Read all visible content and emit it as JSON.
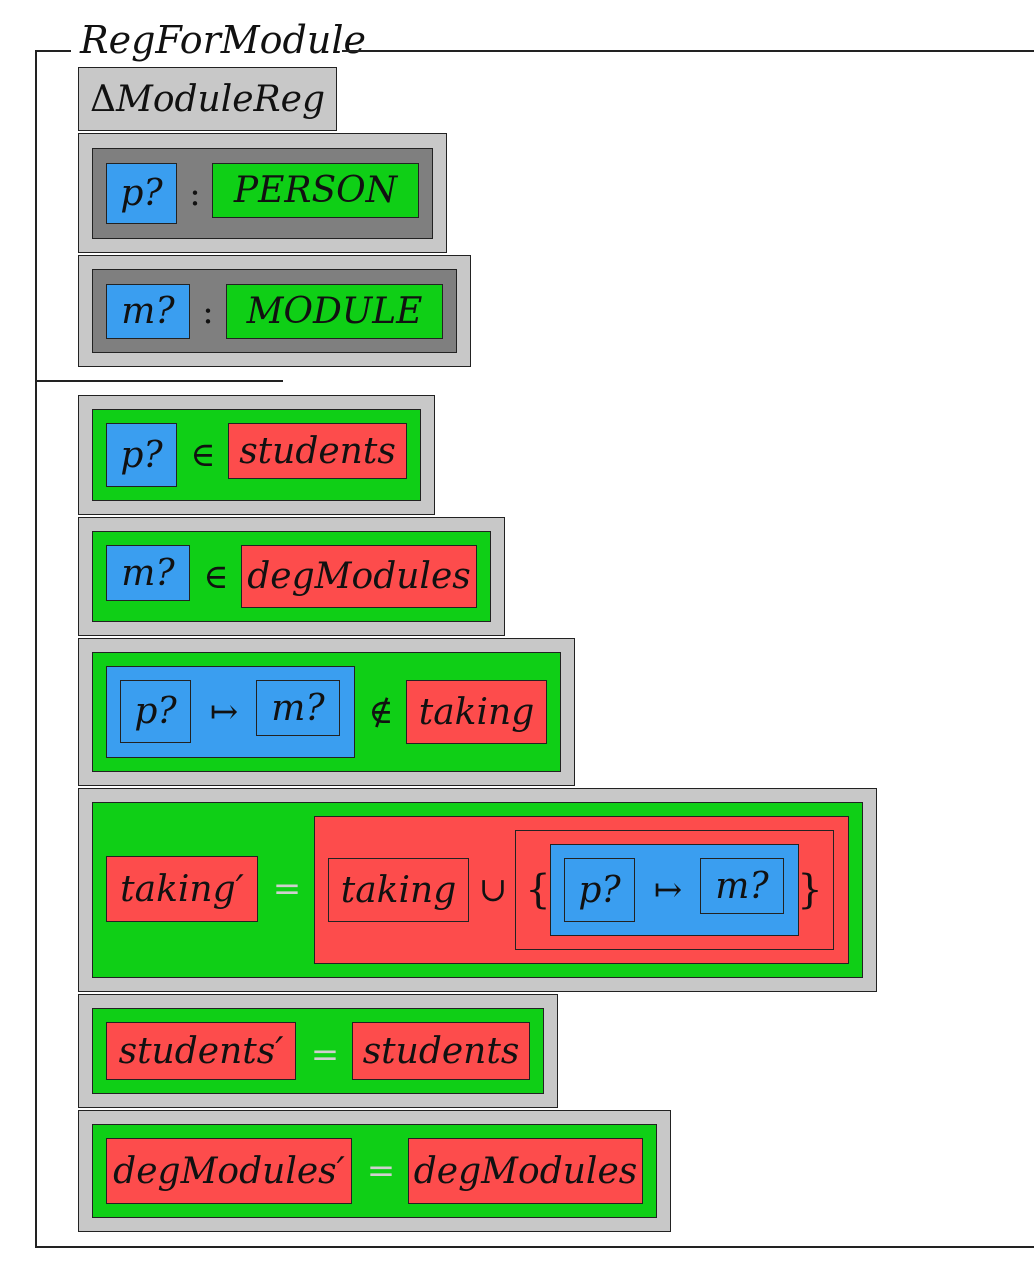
{
  "schema": {
    "name": "RegForModule",
    "delta": "Δ",
    "delta_schema": "ModuleReg"
  },
  "declarations": [
    {
      "variable": "p?",
      "colon": ":",
      "type": "PERSON"
    },
    {
      "variable": "m?",
      "colon": ":",
      "type": "MODULE"
    }
  ],
  "predicates": {
    "p1": {
      "left": "p?",
      "op": "∈",
      "right": "students"
    },
    "p2": {
      "left": "m?",
      "op": "∈",
      "right": "degModules"
    },
    "p3": {
      "left": "p?",
      "maps": "↦",
      "mid": "m?",
      "op": "∉",
      "right": "taking"
    },
    "p4": {
      "left": "taking′",
      "eq": "=",
      "set": "taking",
      "union": "∪",
      "lbrace": "{",
      "maplet_left": "p?",
      "maps": "↦",
      "maplet_right": "m?",
      "rbrace": "}"
    },
    "p5": {
      "left": "students′",
      "eq": "=",
      "right": "students"
    },
    "p6": {
      "left": "degModules′",
      "eq": "=",
      "right": "degModules"
    }
  },
  "colors": {
    "outer": "#c8c8c8",
    "declaration": "#7f7f7f",
    "predicate": "#0fcf16",
    "variable": "#3a9ef0",
    "type": "#0fcf16",
    "state": "#fd4c4c"
  }
}
